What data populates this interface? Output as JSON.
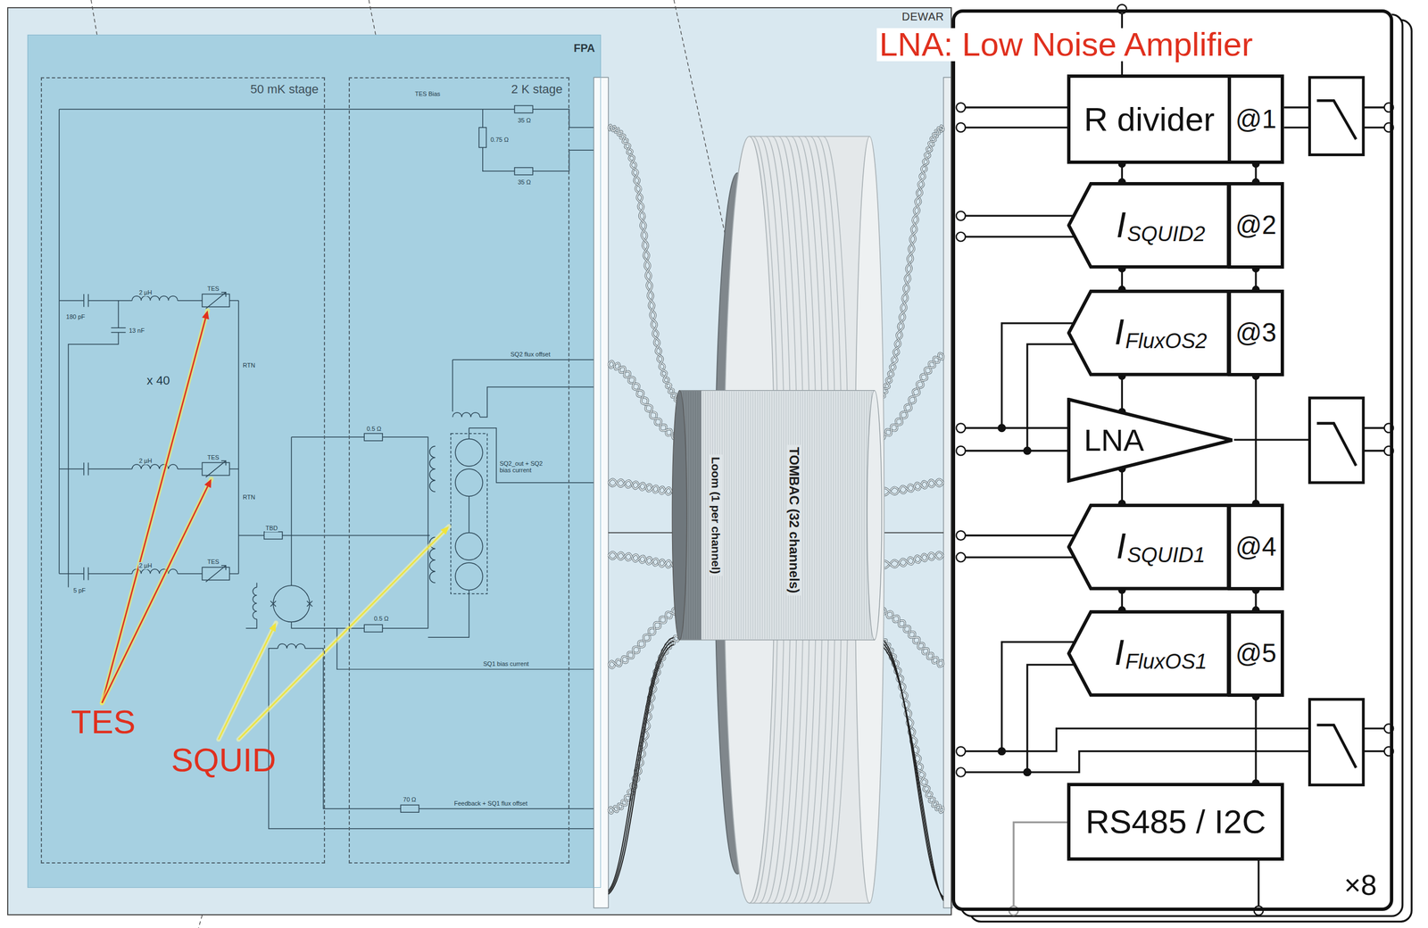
{
  "diagram": {
    "nodes": [
      {
        "text": [
          "DEWAR"
        ]
      },
      {
        "text": [
          "FPA"
        ],
        "in": 0
      },
      {
        "text": [
          "50 mK stage"
        ],
        "in": 1
      },
      {
        "text": [
          "2 K stage"
        ],
        "in": 1
      },
      {
        "text": [
          "Loom (1 per channel)"
        ],
        "in": 0
      },
      {
        "text": [
          "TOMBAC (32 channels)"
        ],
        "in": 0
      },
      {
        "text": [
          "×8"
        ]
      },
      {
        "text": [
          "R divider"
        ],
        "in": 6
      },
      {
        "text": [
          "@1"
        ],
        "in": 6
      },
      {
        "text": [
          "I",
          "SQUID2"
        ],
        "in": 6
      },
      {
        "text": [
          "@2"
        ],
        "in": 6
      },
      {
        "text": [
          "I",
          "FluxOS2"
        ],
        "in": 6
      },
      {
        "text": [
          "@3"
        ],
        "in": 6
      },
      {
        "text": [
          "LNA"
        ],
        "in": 6
      },
      {
        "text": [
          "I",
          "SQUID1"
        ],
        "in": 6
      },
      {
        "text": [
          "@4"
        ],
        "in": 6
      },
      {
        "text": [
          "I",
          "FluxOS1"
        ],
        "in": 6
      },
      {
        "text": [
          "@5"
        ],
        "in": 6
      },
      {
        "text": [
          "RS485 / I2C"
        ],
        "in": 6
      }
    ],
    "edges": [
      {
        "from": 8,
        "to": 10,
        "arrow": "none"
      },
      {
        "from": 10,
        "to": 12,
        "arrow": "none"
      },
      {
        "from": 12,
        "to": 15,
        "arrow": "none"
      },
      {
        "from": 15,
        "to": 17,
        "arrow": "none"
      },
      {
        "from": 17,
        "to": 18,
        "arrow": "none"
      },
      {
        "from": 7,
        "to": 9,
        "arrow": "none"
      },
      {
        "from": 9,
        "to": 11,
        "arrow": "none"
      },
      {
        "from": 11,
        "to": 13,
        "arrow": "none"
      },
      {
        "from": 13,
        "to": 14,
        "arrow": "none"
      },
      {
        "from": 14,
        "to": 16,
        "arrow": "none"
      }
    ],
    "labels": [
      "TES Bias",
      "35 Ω",
      "0.75 Ω",
      "35 Ω",
      "2 µH",
      "180 pF",
      "13 nF",
      "TES",
      "RTN",
      "x 40",
      "SQ2 flux offset",
      "SQ2_out + SQ2 bias current",
      "0.5 Ω",
      "2 µH",
      "TES",
      "RTN",
      "TBD",
      "TES",
      "2 µH",
      "5 pF",
      "0.5 Ω",
      "SQ1 bias current",
      "70 Ω",
      "Feedback + SQ1 flux offset",
      "TES",
      "SQUID",
      "LNA: Low Noise Amplifier"
    ]
  }
}
